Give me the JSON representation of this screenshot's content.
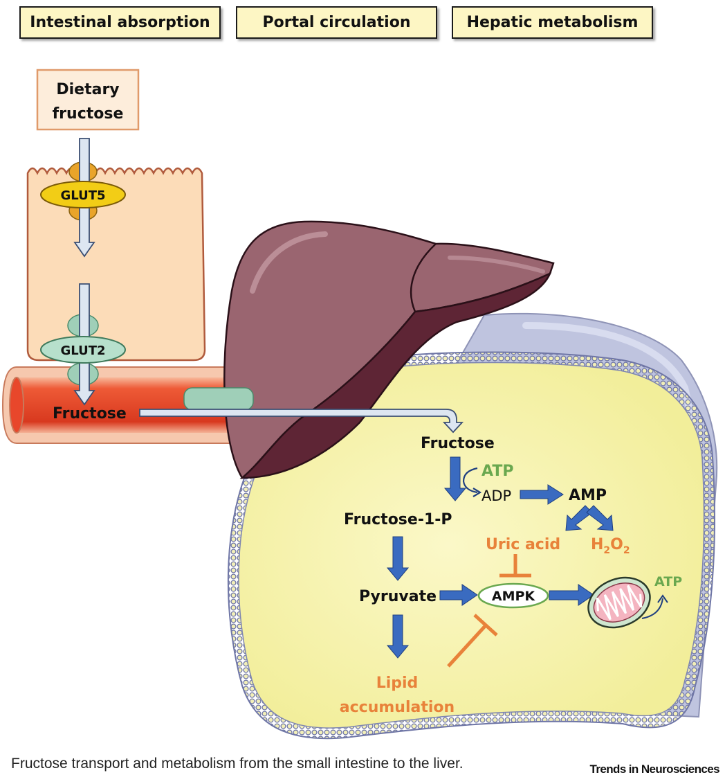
{
  "headers": {
    "intestinal": "Intestinal absorption",
    "portal": "Portal circulation",
    "hepatic": "Hepatic metabolism"
  },
  "dietary_box": {
    "line1": "Dietary",
    "line2": "fructose"
  },
  "transporters": {
    "glut5": "GLUT5",
    "glut2": "GLUT2"
  },
  "vessel_label": "Fructose",
  "pathway": {
    "fructose": "Fructose",
    "atp_in": "ATP",
    "adp": "ADP",
    "amp": "AMP",
    "f1p": "Fructose-1-P",
    "uric_acid": "Uric acid",
    "h2o2_main": "H",
    "h2o2_sub1": "2",
    "h2o2_mid": "O",
    "h2o2_sub2": "2",
    "pyruvate": "Pyruvate",
    "ampk": "AMPK",
    "atp_out": "ATP",
    "lipid_line1": "Lipid",
    "lipid_line2": "accumulation"
  },
  "caption": "Fructose transport and metabolism from the small intestine to the liver.",
  "journal": "Trends in Neurosciences",
  "colors": {
    "header_fill": "#fdf6c4",
    "cell_fill": "#fcdcb8",
    "hepatocyte_fill": "#f8f5b0",
    "hepatocyte_border": "#8a90b8",
    "liver_dark": "#5e2535",
    "liver_light": "#9a6570",
    "blue_arrow": "#3a6bc0",
    "green_text": "#6aa84f",
    "orange_text": "#e8823a",
    "vessel_red": "#e8472b"
  }
}
